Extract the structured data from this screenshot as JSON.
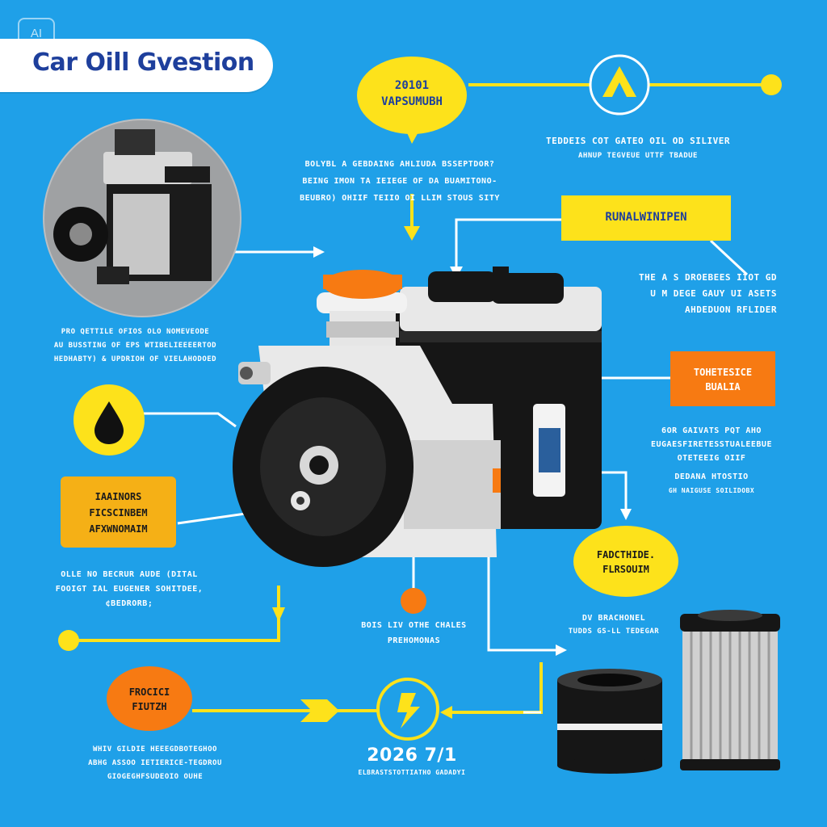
{
  "badge": {
    "label": "AI"
  },
  "title": "Car Oill Gvestion",
  "bubbles": {
    "top": {
      "line1": "20101",
      "line2": "VAPSUMUBH"
    },
    "mid_right": {
      "line1": "FADCTHIDE.",
      "line2": "FLRSOUIM"
    },
    "bottom_left": {
      "line1": "FROCICI",
      "line2": "FIUTZH"
    }
  },
  "labels": {
    "runal": "RUNALWINIPEN",
    "tohet": {
      "line1": "TOHETESICE",
      "line2": "BUALIA"
    },
    "iaainors": {
      "line1": "IAAINORS",
      "line2": "FICSCINBEM",
      "line3": "AFXWNOMAIM"
    }
  },
  "captions": {
    "top_right": {
      "line1": "TEDDEIS COT GATEO OIL OD SILIVER",
      "line2": "AHNUP TEGVEUE UTTF TBADUE"
    },
    "top_center": {
      "line1": "BOLYBL A GEBDAING AHLIUDA BSSEPTDOR?",
      "line2": "BEING IMON TA IEIEGE OF DA BUAMITONO-",
      "line3": "BEUBRO) OHIIF TEIIO OI LLIM STOUS SITY"
    },
    "right_runal": {
      "line1": "THE A S DROEBEES IIOT GD",
      "line2": "U M DEGE GAUY UI ASETS",
      "line3": "AHDEDUON RFLIDER"
    },
    "left_mid": {
      "line1": "PRO QETTILE OFIOS OLO NOMEVEODE",
      "line2": "AU BUSSTING OF EPS WTIBELIEEEERTOD",
      "line3": "HEDHABTY) & UPDRIOH OF VIELAHODOED"
    },
    "right_mid": {
      "line1": "6OR GAIVATS PQT AHO",
      "line2": "EUGAESFIRETESSTUALEEBUE",
      "line3": "OTETEEIG OIIF",
      "line4": "DEDANA HTOSTIO",
      "line5": "GH NAIGUSE SOILIDOBX"
    },
    "left_low": {
      "line1": "OLLE NO BECRUR AUDE (DITAL",
      "line2": "FOOIGT IAL EUGENER SOHITDEE,",
      "line3": "¢BEDRORB;"
    },
    "center_low": {
      "line1": "BOIS LIV OTHE CHALES",
      "line2": "PREHOMONAS"
    },
    "right_low": {
      "line1": "DV BRACHONEL",
      "line2": "TUDDS GS-LL TEDEGAR"
    },
    "bottom_left": {
      "line1": "WHIV GILDIE HEEEGDBOTEGHOO",
      "line2": "ABHG ASSOO IETIERICE-TEGDROU",
      "line3": "GIOGEGHFSUDEOIO OUHE"
    },
    "bottom_center": {
      "year": "2026 7/1",
      "sub": "ELBRASTSTOTTIATHO GADADYI"
    }
  },
  "colors": {
    "background": "#1fa0e8",
    "yellow": "#fde21b",
    "orange": "#f77a12",
    "navy": "#1e3f9c",
    "black": "#161616",
    "grey": "#b9bcbf"
  }
}
